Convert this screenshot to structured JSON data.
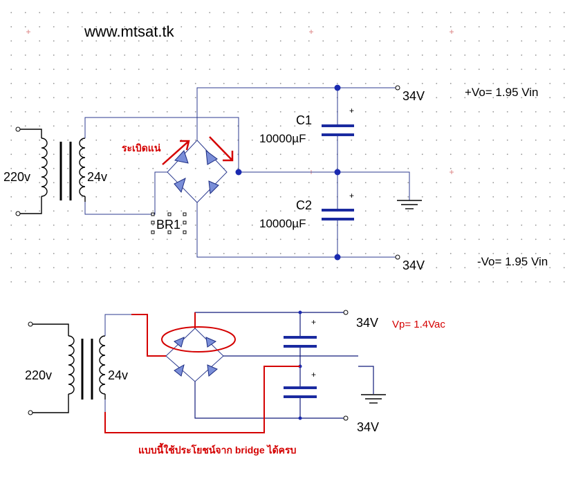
{
  "labels": {
    "site": "www.mtsat.tk",
    "top_primary": "220v",
    "top_secondary": "24v",
    "top_note": "ระเบิดแน่",
    "bridge": "BR1",
    "c1": "C1",
    "c1_value": "10000µF",
    "c2": "C2",
    "c2_value": "10000µF",
    "plus": "+",
    "top_out_pos": "34V",
    "top_out_neg": "34V",
    "vo_pos": "+Vo= 1.95 Vin",
    "vo_neg": "-Vo= 1.95 Vin",
    "bottom_primary": "220v",
    "bottom_secondary": "24v",
    "bottom_out_pos": "34V",
    "bottom_out_neg": "34V",
    "vp": "Vp= 1.4Vac",
    "bottom_note": "แบบนี้ใช้ประโยชน์จาก bridge ได้ครบ"
  },
  "colors": {
    "wire": "#2b3a8f",
    "annotation_red": "#d40000",
    "capacitor": "#1a2aa0"
  }
}
